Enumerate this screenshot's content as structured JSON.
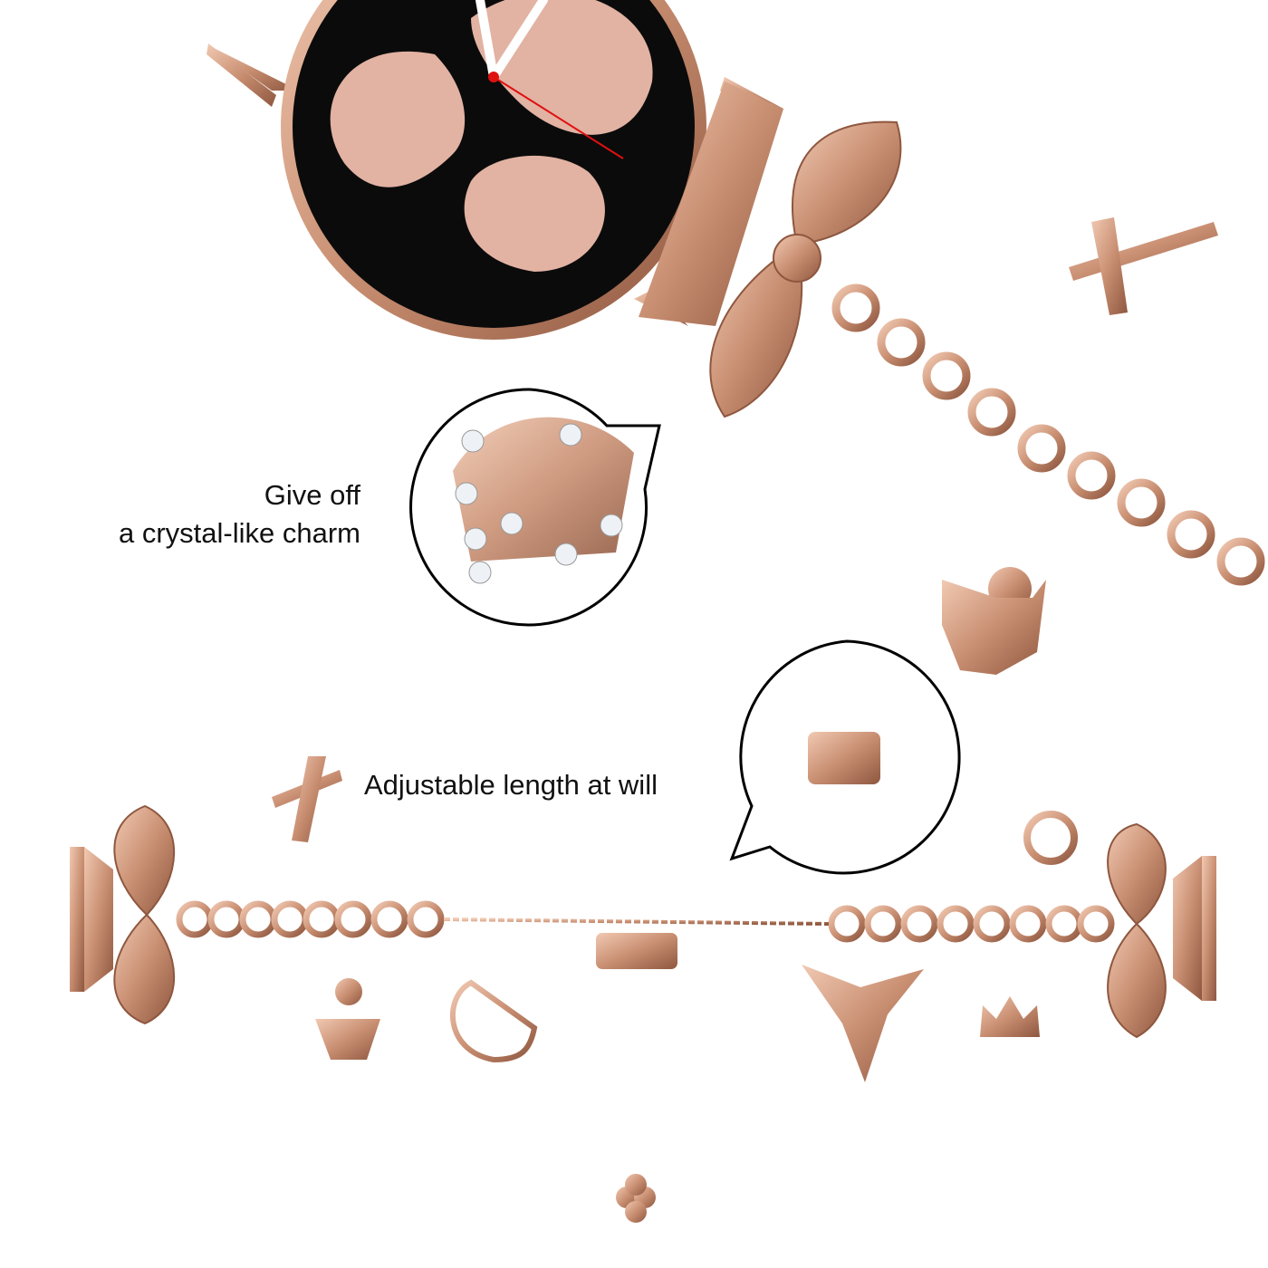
{
  "captions": {
    "crystal_line1": "Give off",
    "crystal_line2": "a crystal-like charm",
    "adjustable": "Adjustable length at will"
  },
  "colors": {
    "rose_gold": "#c98f72",
    "rose_gold_dark": "#9c6248",
    "dial_pink": "#e2b2a3",
    "dial_black": "#0b0b0b",
    "second_hand": "#e01010"
  }
}
